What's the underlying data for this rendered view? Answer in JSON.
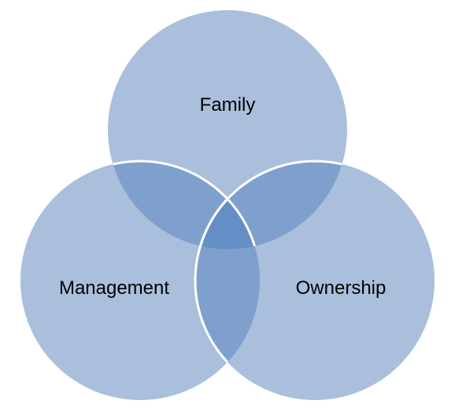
{
  "diagram": {
    "type": "venn",
    "sets": [
      {
        "id": "family",
        "label": "Family"
      },
      {
        "id": "management",
        "label": "Management"
      },
      {
        "id": "ownership",
        "label": "Ownership"
      }
    ],
    "colors": {
      "circle_fill": "#a9bfdc",
      "pair_overlap": "#7fa0cd",
      "triple_overlap": "#648fc6",
      "outline": "#ffffff"
    }
  }
}
